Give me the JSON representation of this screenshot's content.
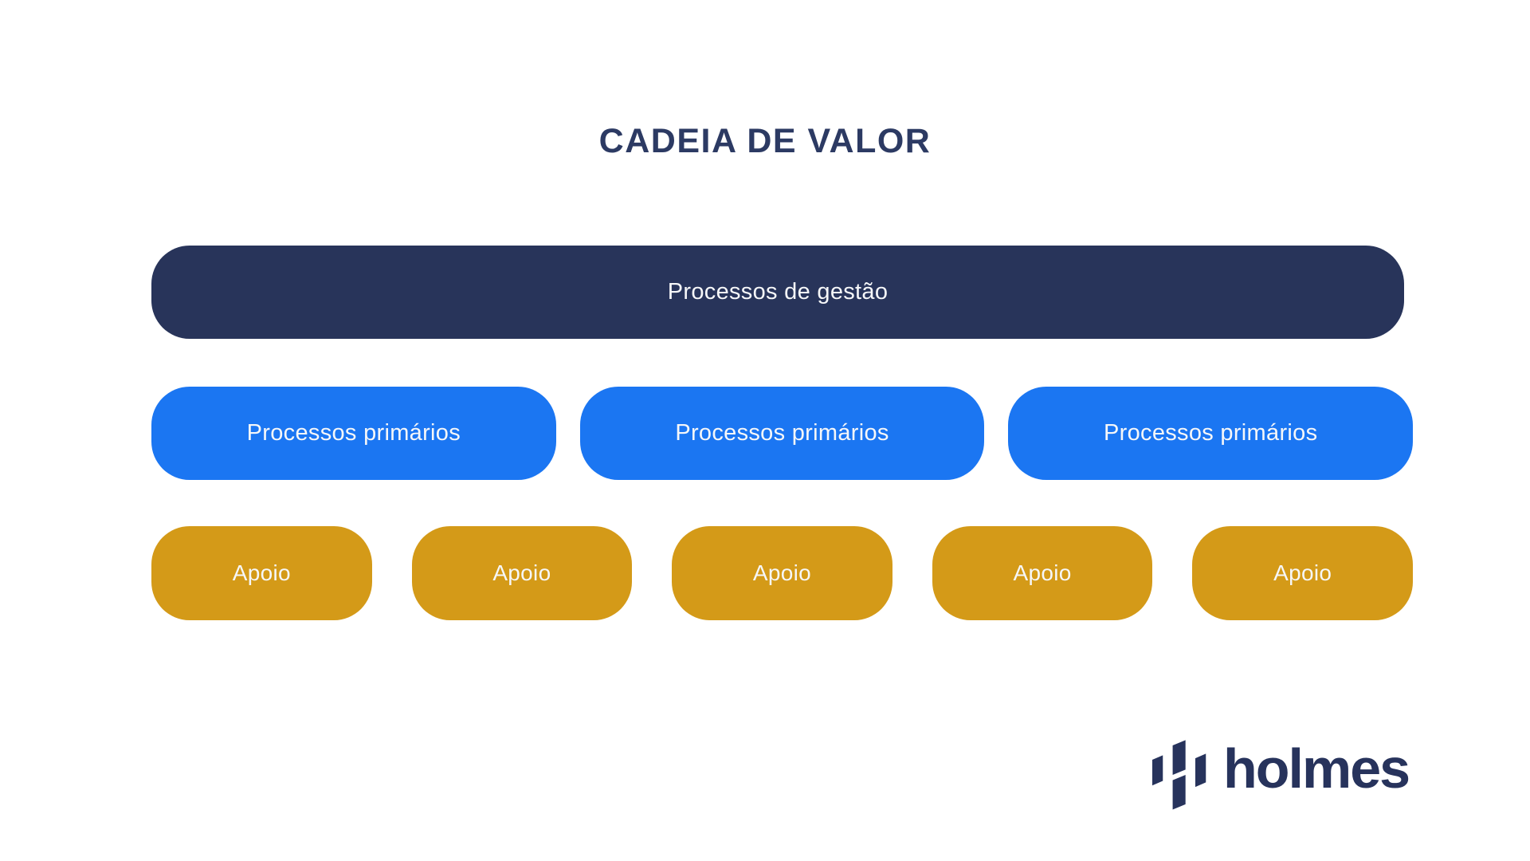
{
  "page": {
    "title": "CADEIA DE VALOR"
  },
  "colors": {
    "title_text": "#2C3A63",
    "management_fill": "#28345A",
    "primary_fill": "#1B76F2",
    "support_fill": "#D49A18",
    "box_text": "#F6F7F9",
    "logo_navy": "#27335C",
    "page_bg": "#FFFFFF"
  },
  "diagram": {
    "management_row": [
      {
        "label": "Processos de gestão"
      }
    ],
    "primary_row": [
      {
        "label": "Processos primários"
      },
      {
        "label": "Processos primários"
      },
      {
        "label": "Processos primários"
      }
    ],
    "support_row": [
      {
        "label": "Apoio"
      },
      {
        "label": "Apoio"
      },
      {
        "label": "Apoio"
      },
      {
        "label": "Apoio"
      },
      {
        "label": "Apoio"
      }
    ]
  },
  "logo": {
    "wordmark": "holmes",
    "icon": "holmes-h-mark-icon"
  }
}
